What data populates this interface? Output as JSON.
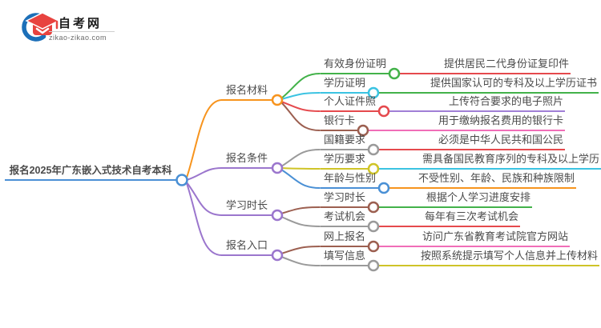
{
  "logo": {
    "title": "自考网",
    "url": "zikao-zikao.com"
  },
  "root": {
    "label": "报名2025年广东嵌入式技术自考本科",
    "line_color": "blue"
  },
  "branches": [
    {
      "label": "报名材料",
      "line_color": "orange",
      "children": [
        {
          "label": "有效身份证明",
          "line_color": "green",
          "detail": "提供居民二代身份证复印件",
          "detail_line_color": "red"
        },
        {
          "label": "学历证明",
          "line_color": "cyan",
          "detail": "提供国家认可的专科及以上学历证书",
          "detail_line_color": "green"
        },
        {
          "label": "个人证件照",
          "line_color": "red",
          "detail": "上传符合要求的电子照片",
          "detail_line_color": "violet"
        },
        {
          "label": "银行卡",
          "line_color": "brown",
          "detail": "用于缴纳报名费用的银行卡",
          "detail_line_color": "pink"
        }
      ]
    },
    {
      "label": "报名条件",
      "line_color": "purple",
      "children": [
        {
          "label": "国籍要求",
          "line_color": "gray",
          "detail": "必须是中华人民共和国公民",
          "detail_line_color": "red"
        },
        {
          "label": "学历要求",
          "line_color": "yellow",
          "detail": "需具备国民教育序列的专科及以上学历",
          "detail_line_color": "cyan"
        },
        {
          "label": "年龄与性别",
          "line_color": "blue",
          "detail": "不受性别、年龄、民族和种族限制",
          "detail_line_color": "orange"
        }
      ]
    },
    {
      "label": "学习时长",
      "line_color": "purple",
      "children": [
        {
          "label": "学习时长",
          "line_color": "brown",
          "detail": "根据个人学习进度安排",
          "detail_line_color": "green"
        },
        {
          "label": "考试机会",
          "line_color": "gray",
          "detail": "每年有三次考试机会",
          "detail_line_color": "red"
        }
      ]
    },
    {
      "label": "报名入口",
      "line_color": "purple",
      "children": [
        {
          "label": "网上报名",
          "line_color": "brown",
          "detail": "访问广东省教育考试院官方网站",
          "detail_line_color": "pink"
        },
        {
          "label": "填写信息",
          "line_color": "gray",
          "detail": "按照系统提示填写个人信息并上传材料",
          "detail_line_color": "yellow"
        }
      ]
    }
  ],
  "palette": {
    "blue": "#4a90d5",
    "orange": "#f7941e",
    "purple": "#9b76cd",
    "green": "#43b24a",
    "cyan": "#3bc3e2",
    "red": "#e5494d",
    "brown": "#9c5f50",
    "gray": "#9a9a9a",
    "yellow": "#cfc428",
    "pink": "#f06eb8",
    "violet": "#a07fd6",
    "logo_blue": "#1c6fb8",
    "logo_red": "#e8433f",
    "text": "#4a4a4a"
  }
}
